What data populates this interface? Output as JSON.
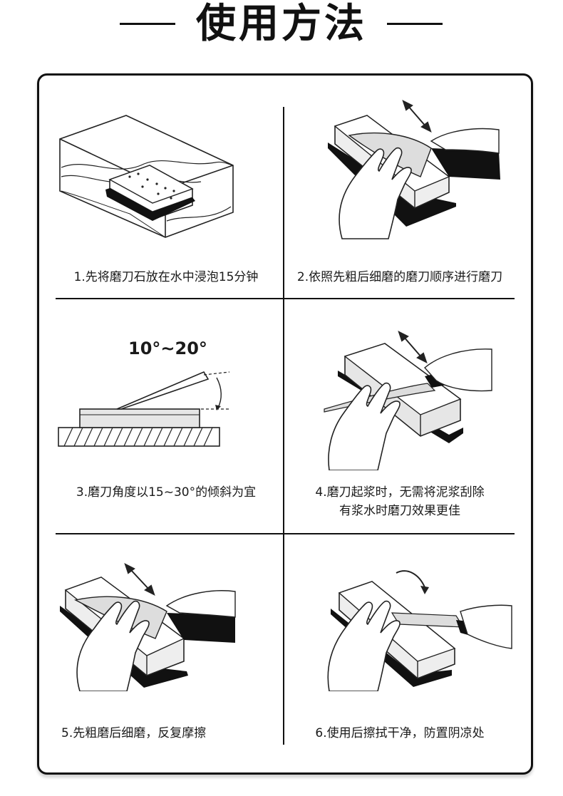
{
  "page_title": "使用方法",
  "steps": [
    {
      "caption": "1.先将磨刀石放在水中浸泡15分钟"
    },
    {
      "caption": "2.依照先粗后细磨的磨刀顺序进行磨刀"
    },
    {
      "caption": "3.磨刀角度以15~30°的倾斜为宜",
      "angle_label": "10°~20°"
    },
    {
      "caption_line1": "4.磨刀起浆时，无需将泥浆刮除",
      "caption_line2": "有浆水时磨刀效果更佳"
    },
    {
      "caption": "5.先粗磨后细磨，反复摩擦"
    },
    {
      "caption": "6.使用后擦拭干净，防置阴凉处"
    }
  ]
}
